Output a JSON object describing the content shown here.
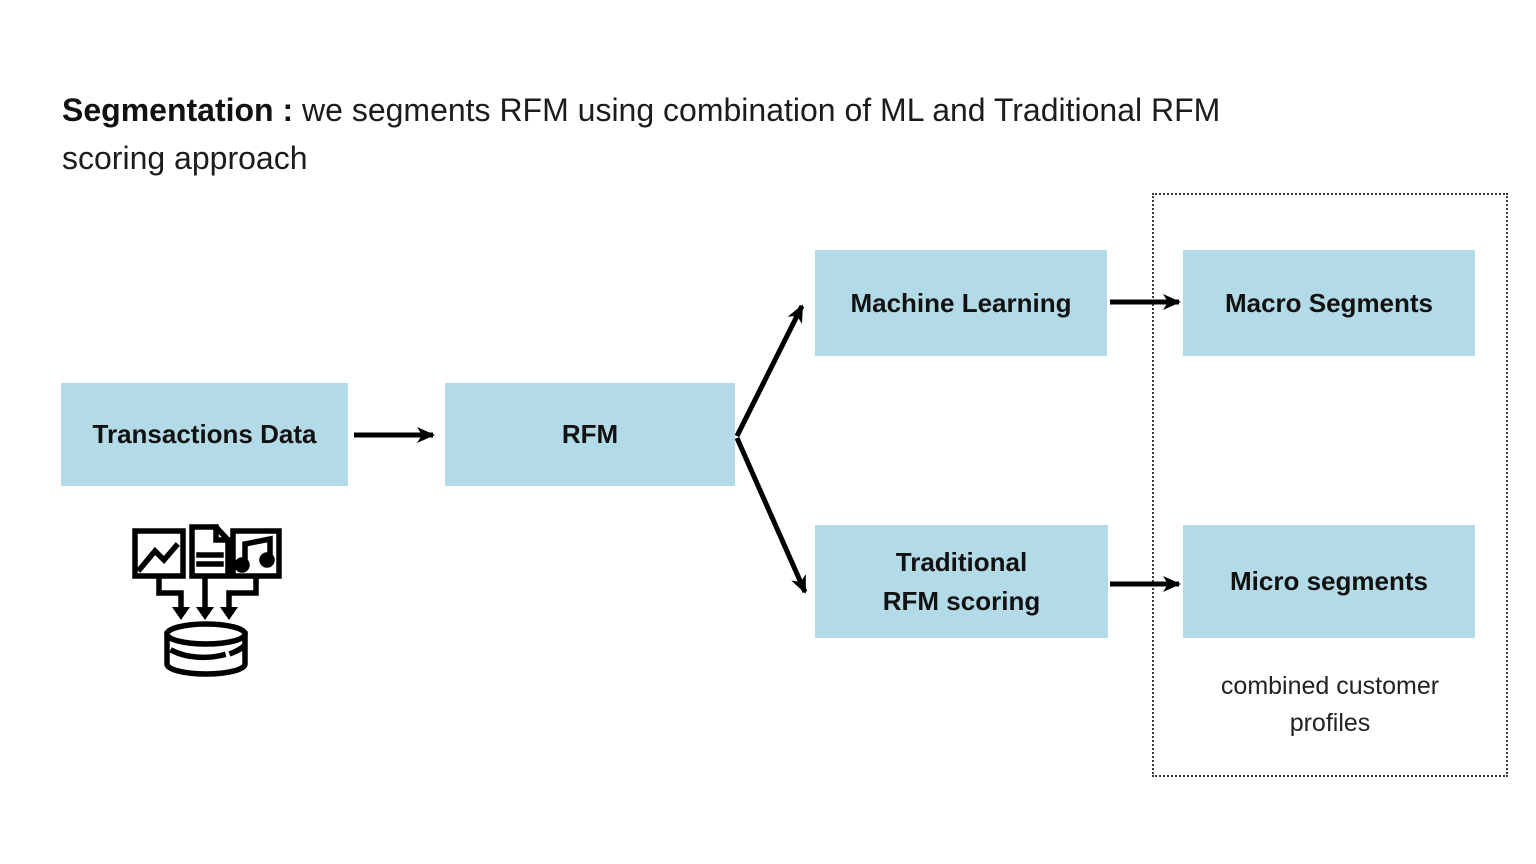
{
  "title": {
    "bold": "Segmentation :",
    "rest": " we segments RFM using combination of ML and Traditional RFM scoring approach"
  },
  "nodes": {
    "transactions": "Transactions Data",
    "rfm": "RFM",
    "machine_learning": "Machine Learning",
    "macro_segments": "Macro Segments",
    "traditional": {
      "line1": "Traditional",
      "line2": "RFM scoring"
    },
    "micro_segments": "Micro segments"
  },
  "group_label": "combined customer profiles",
  "icons": [
    "image-file-icon",
    "document-file-icon",
    "audio-file-icon",
    "database-icon"
  ],
  "colors": {
    "box_fill": "#b3dae7",
    "arrow": "#000000",
    "text": "#111111",
    "dotted_border": "#3a3a3a",
    "background": "#ffffff"
  }
}
